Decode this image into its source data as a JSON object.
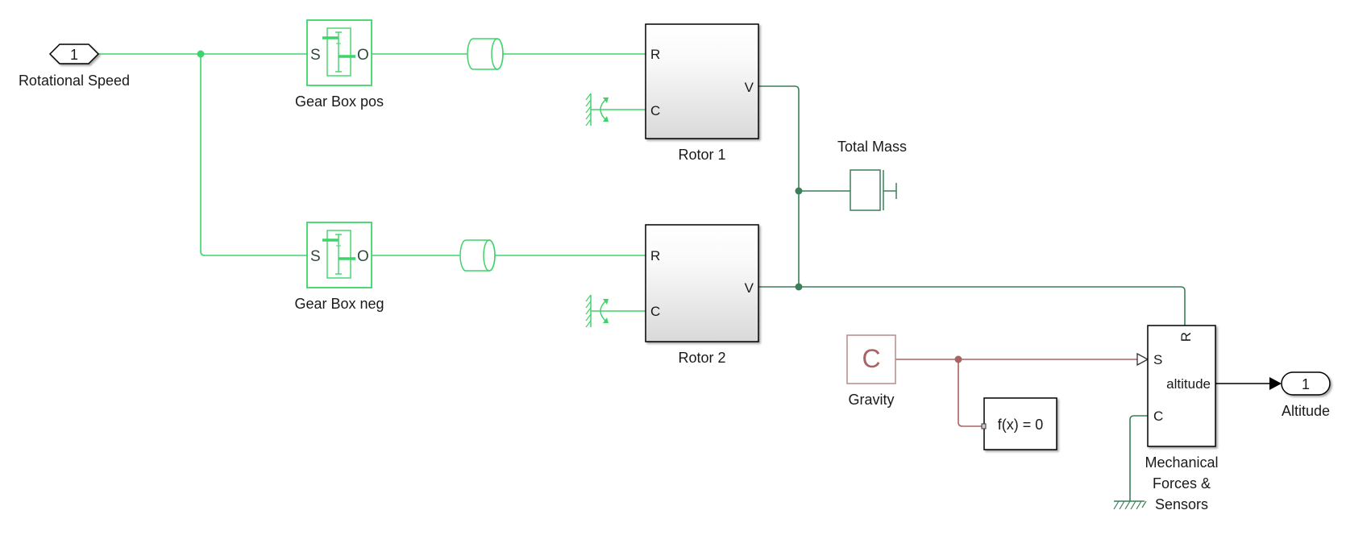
{
  "diagram": {
    "inport": {
      "number": "1",
      "label": "Rotational Speed"
    },
    "outport": {
      "number": "1",
      "label": "Altitude"
    },
    "gearbox_pos": {
      "label": "Gear Box pos",
      "port_in": "S",
      "port_out": "O"
    },
    "gearbox_neg": {
      "label": "Gear Box neg",
      "port_in": "S",
      "port_out": "O"
    },
    "rotor1": {
      "label": "Rotor 1",
      "port_r": "R",
      "port_c": "C",
      "port_v": "V"
    },
    "rotor2": {
      "label": "Rotor 2",
      "port_r": "R",
      "port_c": "C",
      "port_v": "V"
    },
    "total_mass": {
      "label": "Total Mass"
    },
    "gravity": {
      "label": "Gravity",
      "glyph": "C"
    },
    "solver": {
      "label": "f(x) = 0"
    },
    "mech": {
      "label_lines": [
        "Mechanical",
        "Forces &",
        "Sensors"
      ],
      "port_r": "R",
      "port_s": "S",
      "port_c": "C",
      "port_out": "altitude"
    },
    "colors": {
      "rotational_domain": "#3ed46a",
      "translational_domain": "#3c7f5a",
      "physical_signal": "#a86464",
      "signal": "#000000"
    }
  }
}
